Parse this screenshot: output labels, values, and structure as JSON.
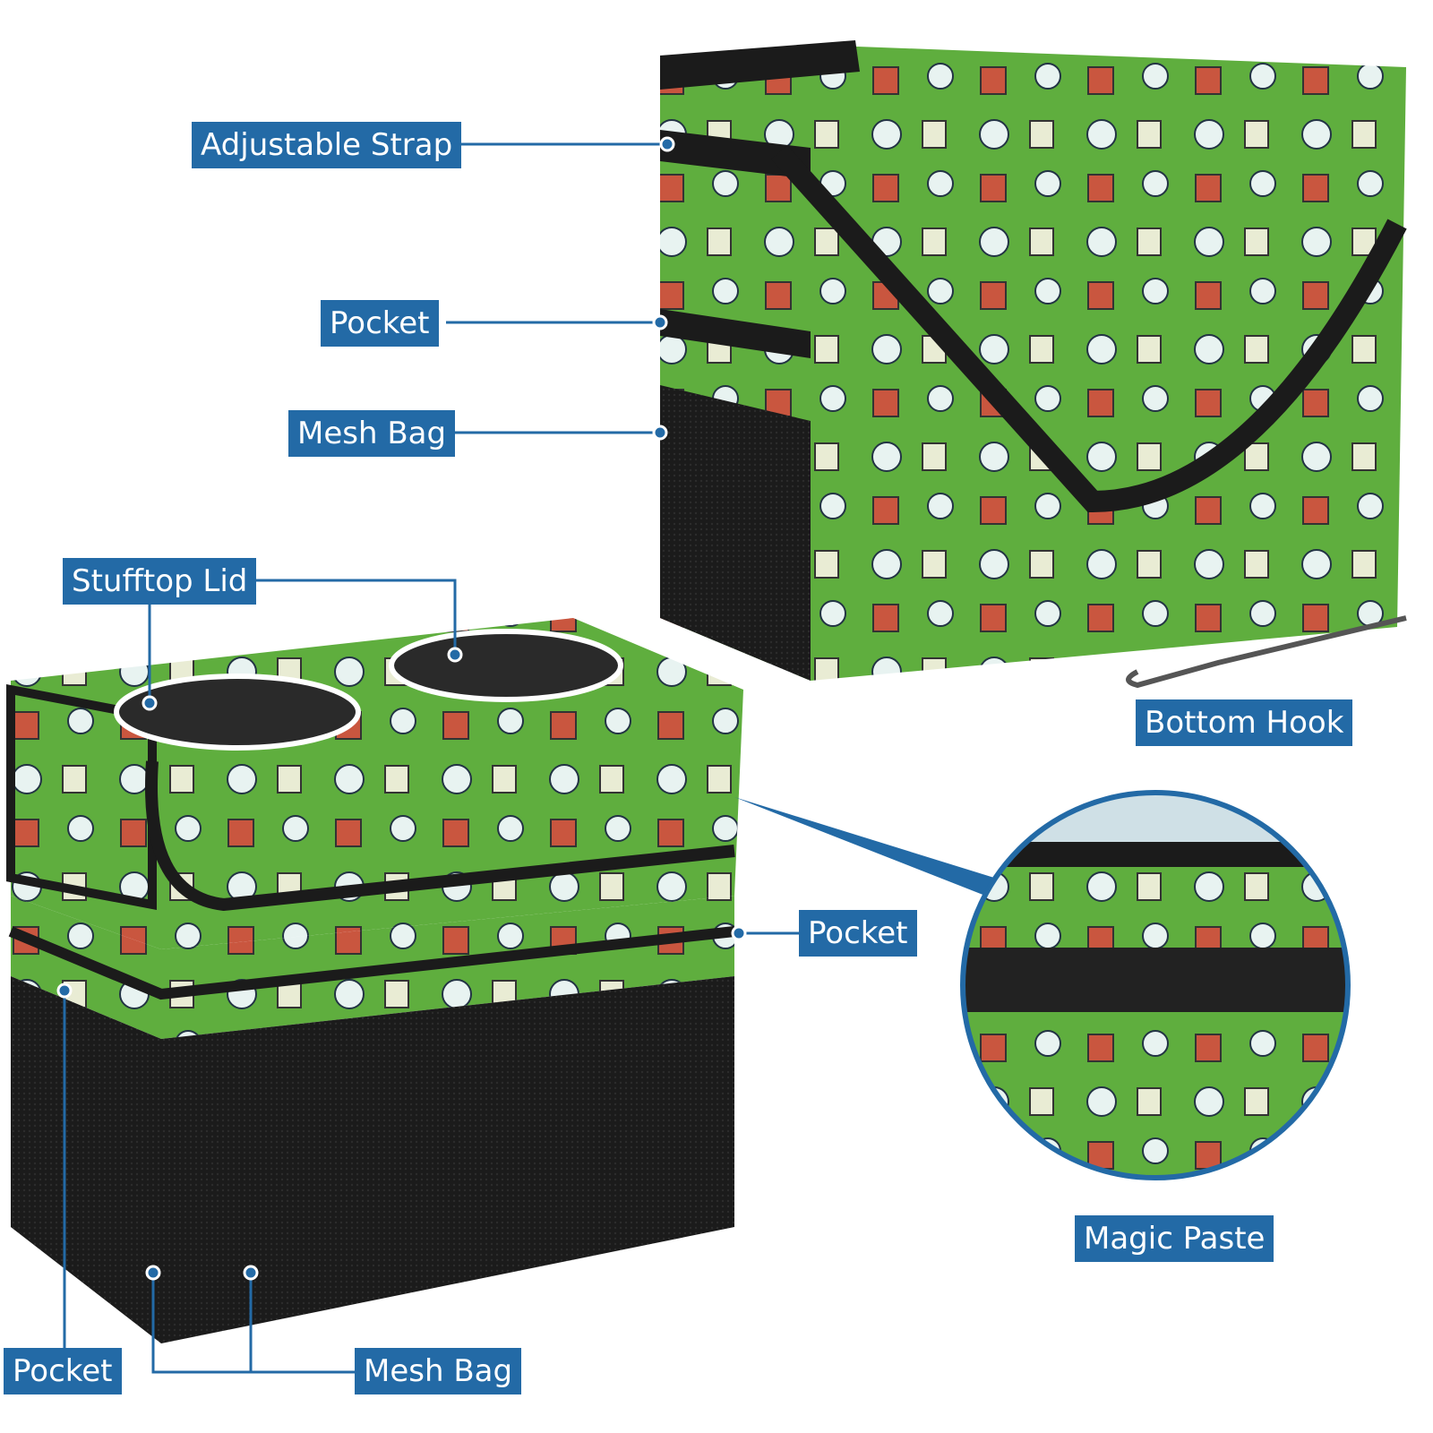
{
  "labels": {
    "adjustable_strap": "Adjustable Strap",
    "pocket_top": "Pocket",
    "mesh_bag_top": "Mesh Bag",
    "stufftop_lid": "Stufftop Lid",
    "bottom_hook": "Bottom Hook",
    "pocket_right": "Pocket",
    "magic_paste": "Magic Paste",
    "pocket_bottom": "Pocket",
    "mesh_bag_bottom": "Mesh Bag"
  },
  "colors": {
    "label_bg": "#236aa6",
    "fabric_green": "#5fae3e",
    "mesh_black": "#1b1b1b"
  }
}
